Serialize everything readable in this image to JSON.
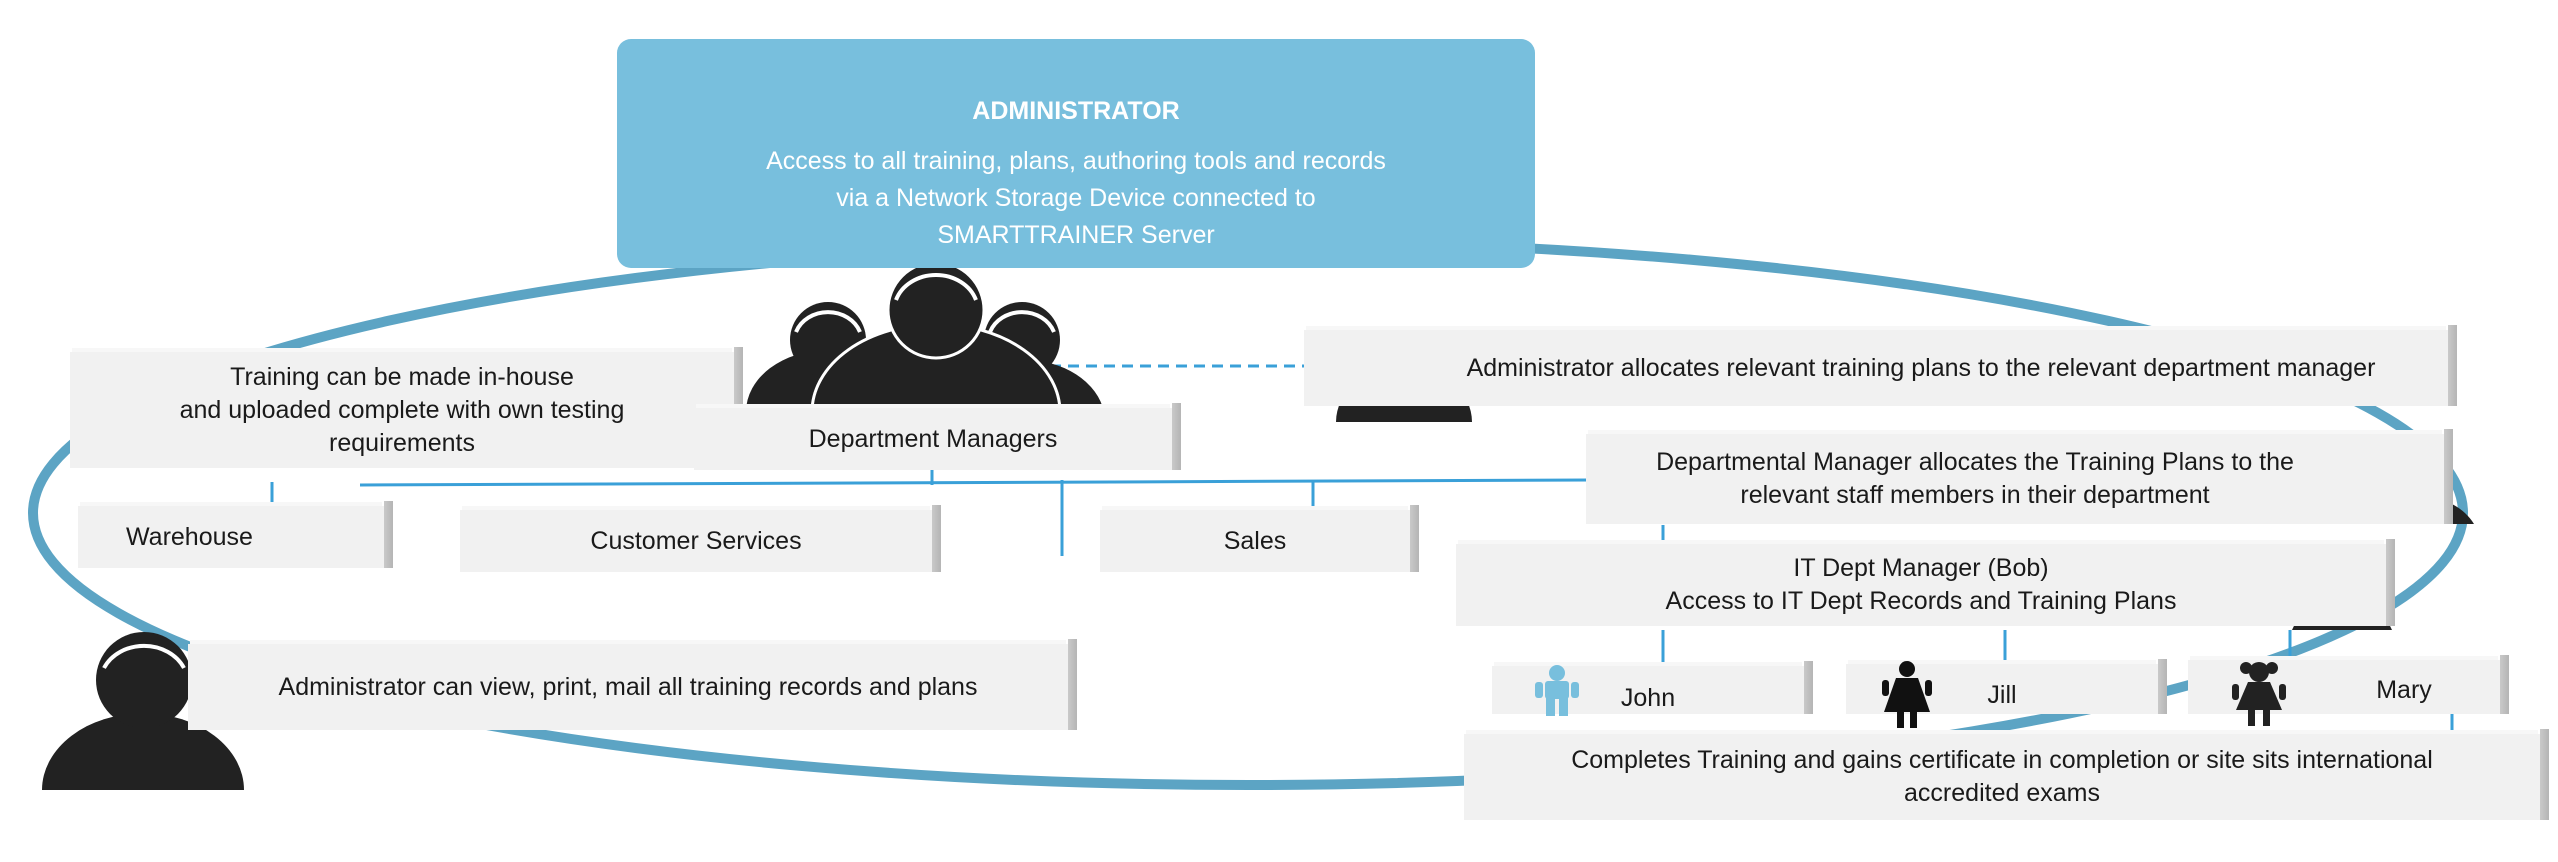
{
  "administrator": {
    "title": "ADMINISTRATOR",
    "lines": [
      "Access to all training, plans, authoring tools and records",
      "via a Network Storage Device connected to",
      "SMARTTRAINER Server"
    ]
  },
  "inhouse": {
    "lines": [
      "Training can be made in-house",
      "and uploaded complete with own testing",
      "requirements"
    ]
  },
  "department_managers": {
    "label": "Department Managers"
  },
  "departments": {
    "warehouse": "Warehouse",
    "customer_services": "Customer Services",
    "sales": "Sales"
  },
  "admin_allocates": {
    "text": "Administrator allocates relevant training plans to the relevant department manager"
  },
  "dept_manager_allocates": {
    "lines": [
      "Departmental  Manager allocates the Training Plans to the",
      "relevant staff members in their department"
    ]
  },
  "it_manager": {
    "lines": [
      "IT Dept Manager (Bob)",
      "Access to IT Dept Records and Training Plans"
    ]
  },
  "admin_view": {
    "text": "Administrator can view, print, mail all training records and plans"
  },
  "staff": {
    "john": "John",
    "jill": "Jill",
    "mary": "Mary"
  },
  "completes": {
    "lines": [
      "Completes Training and gains certificate in completion or site sits international",
      "accredited exams"
    ]
  },
  "colors": {
    "accent": "#78bfdd",
    "ellipse": "#5ca4c4",
    "connector": "#3aa0d8",
    "person": "#222222",
    "box": "#f1f1f1"
  }
}
